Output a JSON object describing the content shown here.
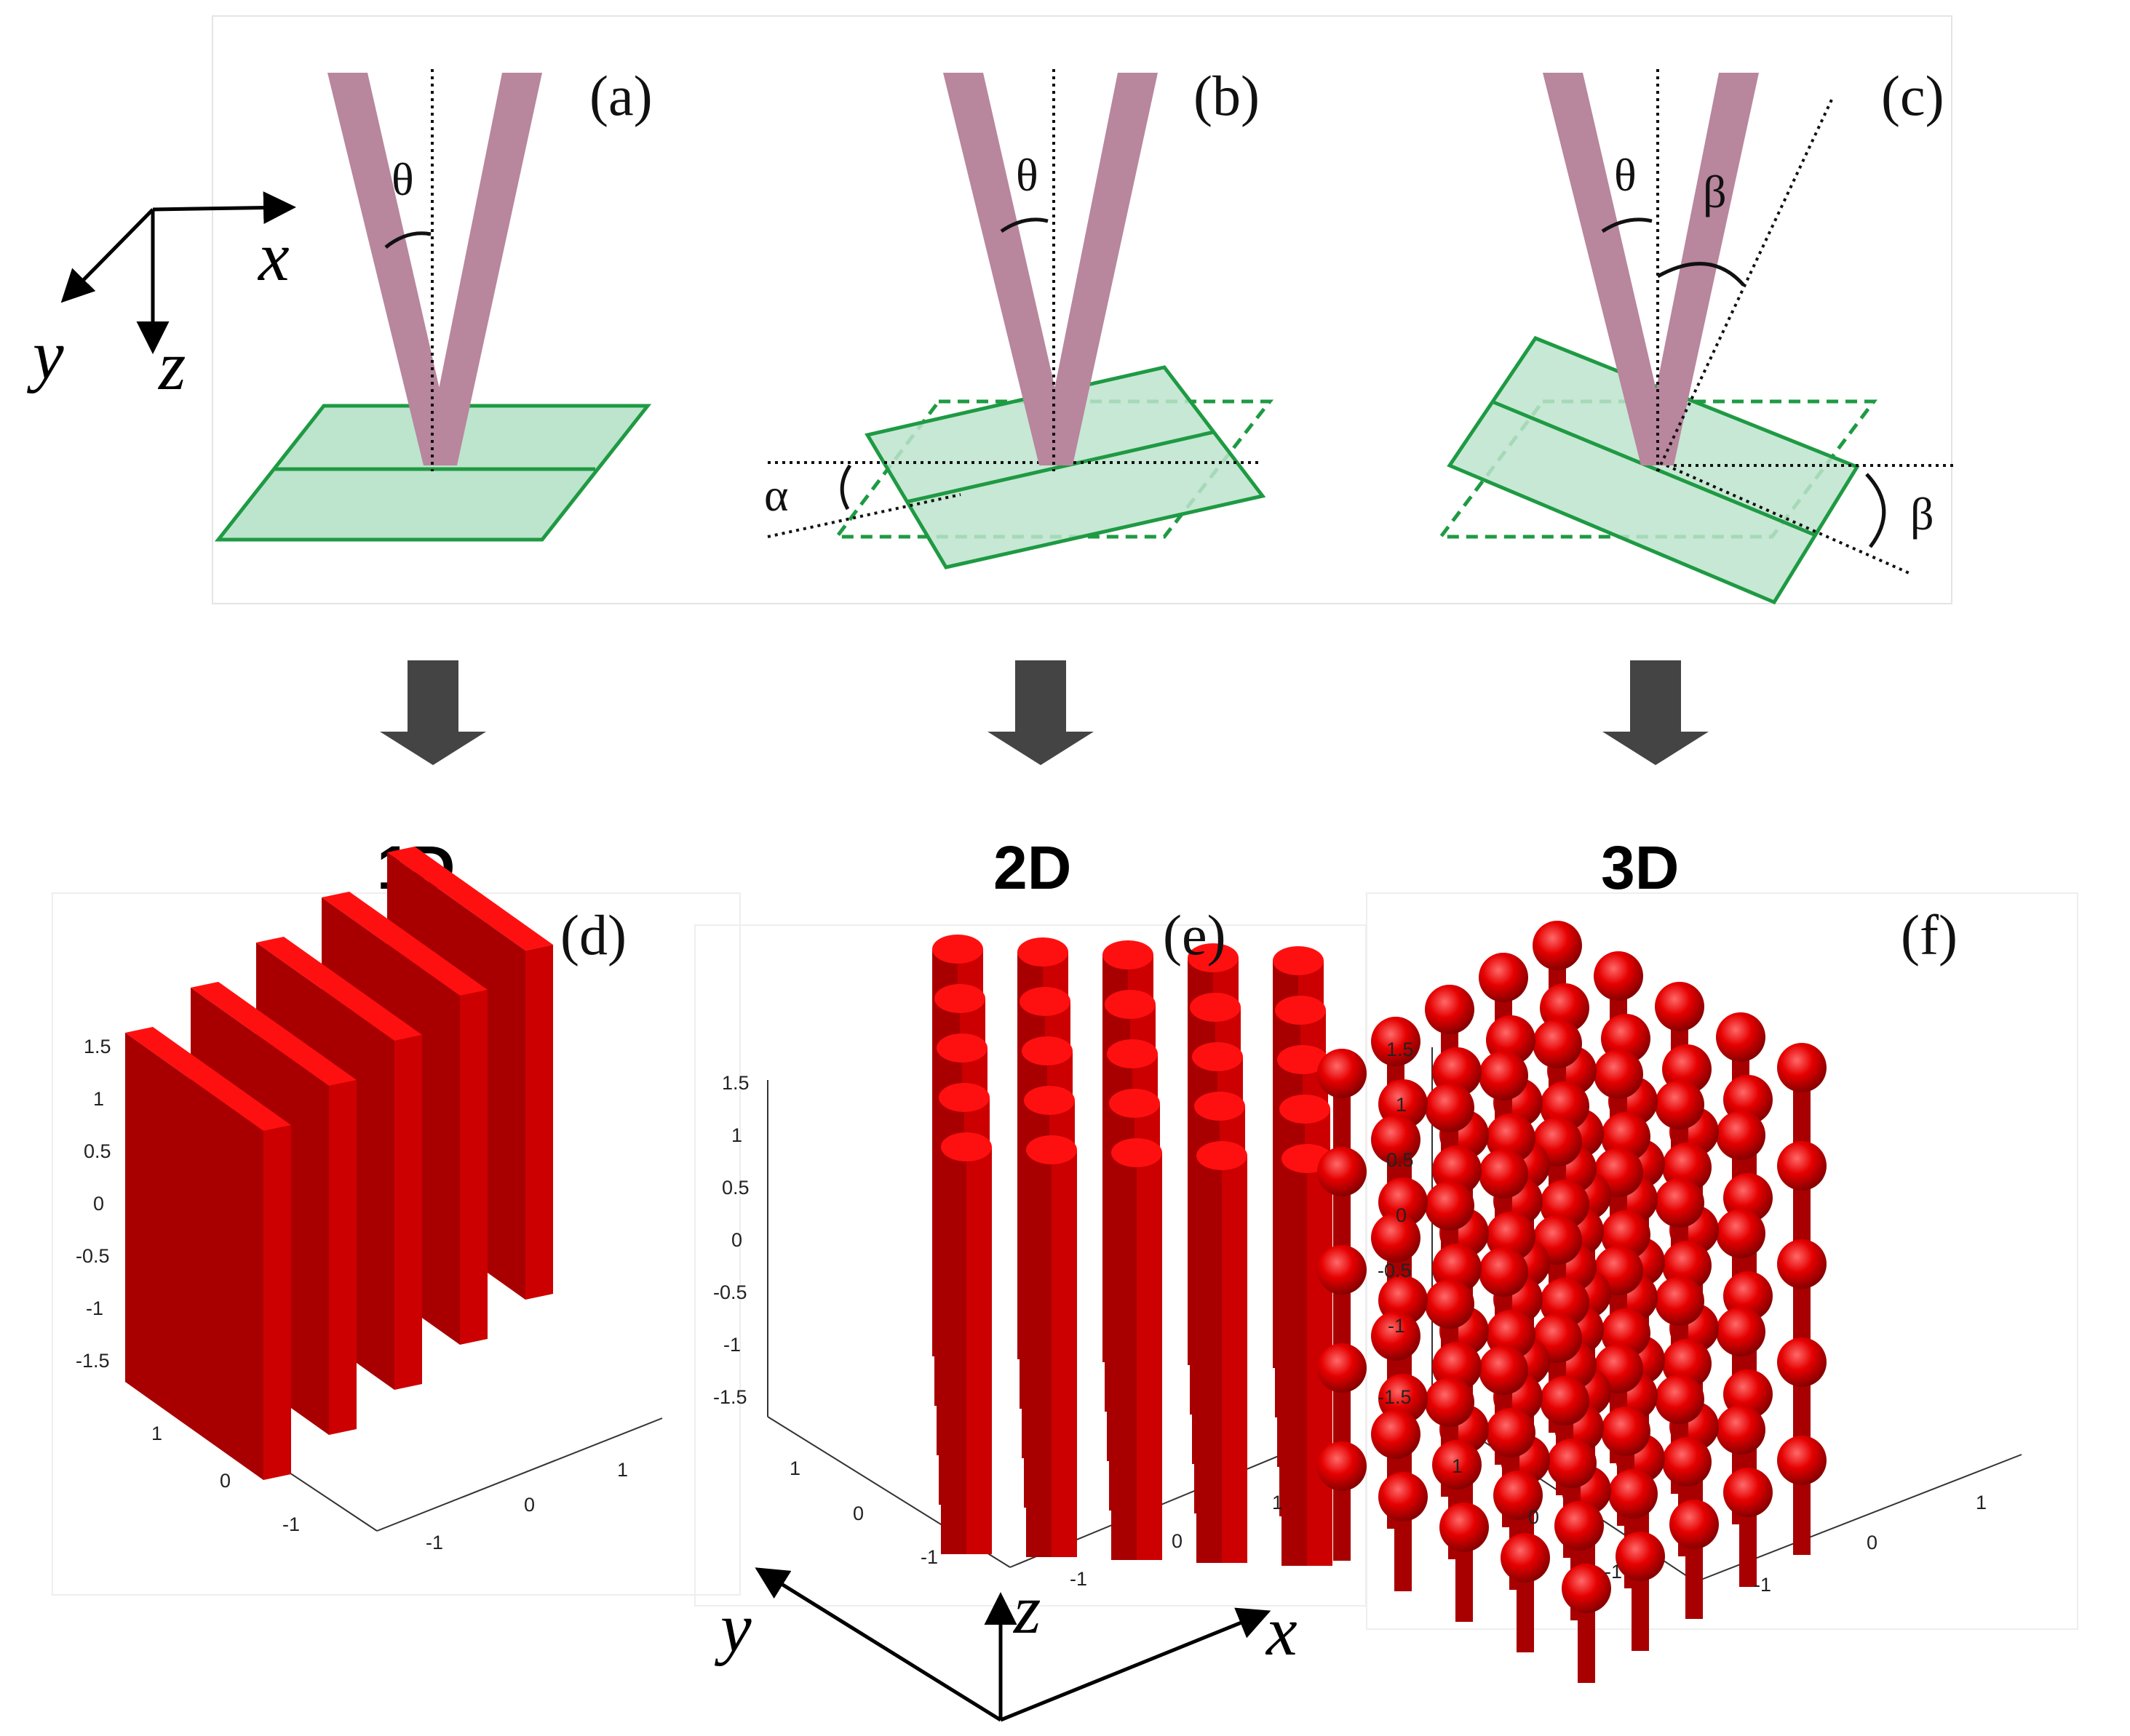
{
  "panels": {
    "a": "(a)",
    "b": "(b)",
    "c": "(c)",
    "d": "(d)",
    "e": "(e)",
    "f": "(f)"
  },
  "angles": {
    "theta": "θ",
    "alpha": "α",
    "beta": "β"
  },
  "axes": {
    "x": "x",
    "y": "y",
    "z": "z"
  },
  "dimensions": {
    "d1": "1D",
    "d2": "2D",
    "d3": "3D"
  },
  "ticks": {
    "vertical": [
      "1.5",
      "1",
      "0.5",
      "0",
      "-0.5",
      "-1",
      "-1.5"
    ],
    "depth": [
      "1",
      "0",
      "-1"
    ],
    "front": [
      "-1",
      "0",
      "1"
    ]
  },
  "colors": {
    "beam": "#b8869d",
    "plane_fill": "#bde4cd",
    "plane_stroke": "#1e9a43",
    "structure_front": "#a80000",
    "structure_side": "#cc0000",
    "structure_top": "#ff1010",
    "arrow": "#444444"
  }
}
